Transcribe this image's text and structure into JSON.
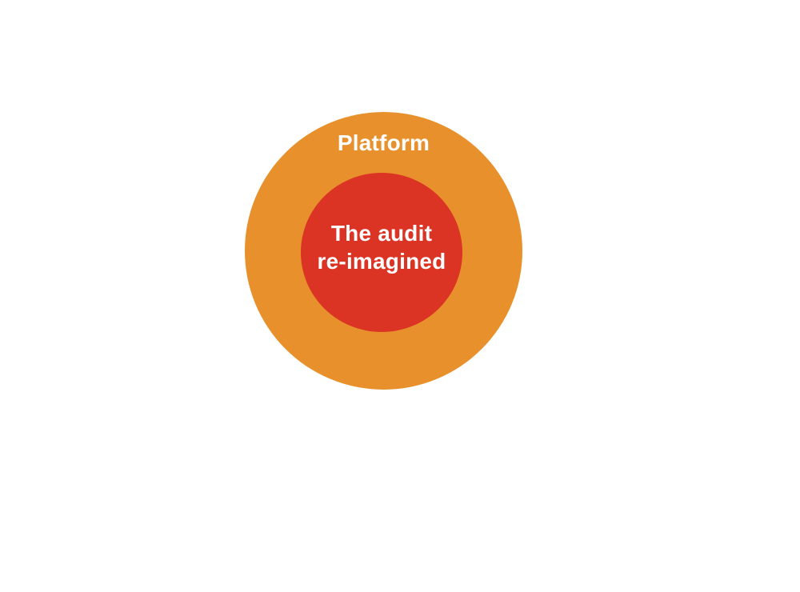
{
  "diagram": {
    "background_color": "#FFFFFF",
    "outer_circle": {
      "label": "Platform",
      "fill_color": "#E8912C",
      "text_color": "#FFFFFF"
    },
    "inner_circle": {
      "label_line1": "The audit",
      "label_line2": "re-imagined",
      "fill_color": "#DB3425",
      "text_color": "#FFFFFF"
    }
  }
}
